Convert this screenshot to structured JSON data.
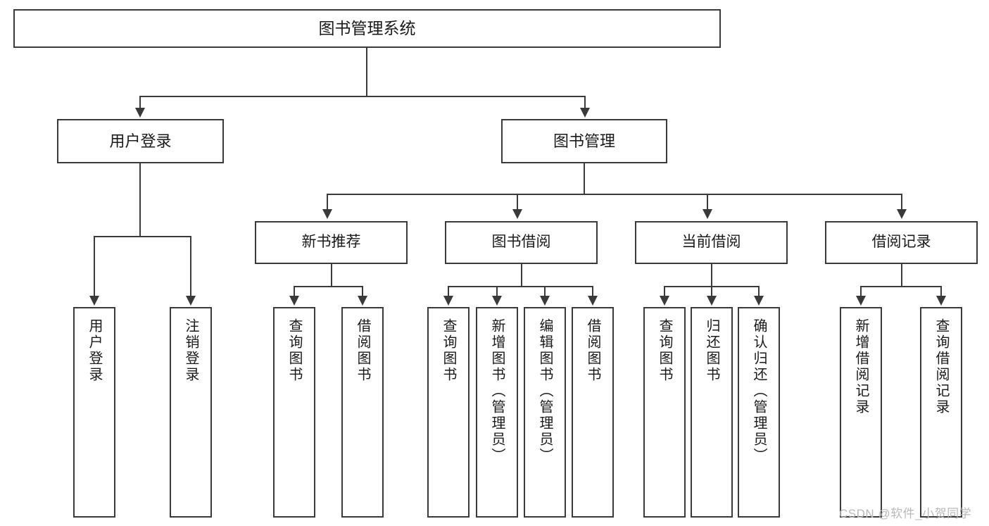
{
  "diagram": {
    "type": "tree-hierarchy-chart",
    "title": "图书管理系统",
    "root": {
      "label": "图书管理系统"
    },
    "level2": [
      {
        "id": "user-login",
        "label": "用户登录"
      },
      {
        "id": "book-management",
        "label": "图书管理"
      }
    ],
    "level3": [
      {
        "id": "new-book-recommend",
        "label": "新书推荐",
        "parent": "book-management"
      },
      {
        "id": "book-borrow",
        "label": "图书借阅",
        "parent": "book-management"
      },
      {
        "id": "current-borrow",
        "label": "当前借阅",
        "parent": "book-management"
      },
      {
        "id": "borrow-record",
        "label": "借阅记录",
        "parent": "book-management"
      }
    ],
    "leaves": [
      {
        "id": "leaf-user-login",
        "label": "用户登录",
        "parent": "user-login"
      },
      {
        "id": "leaf-logout",
        "label": "注销登录",
        "parent": "user-login"
      },
      {
        "id": "leaf-query-book-1",
        "label": "查询图书",
        "parent": "new-book-recommend"
      },
      {
        "id": "leaf-borrow-book-1",
        "label": "借阅图书",
        "parent": "new-book-recommend"
      },
      {
        "id": "leaf-query-book-2",
        "label": "查询图书",
        "parent": "book-borrow"
      },
      {
        "id": "leaf-add-book-admin",
        "label": "新增图书（管理员）",
        "parent": "book-borrow"
      },
      {
        "id": "leaf-edit-book-admin",
        "label": "编辑图书（管理员）",
        "parent": "book-borrow"
      },
      {
        "id": "leaf-borrow-book-2",
        "label": "借阅图书",
        "parent": "book-borrow"
      },
      {
        "id": "leaf-query-book-3",
        "label": "查询图书",
        "parent": "current-borrow"
      },
      {
        "id": "leaf-return-book",
        "label": "归还图书",
        "parent": "current-borrow"
      },
      {
        "id": "leaf-confirm-return-admin",
        "label": "确认归还（管理员）",
        "parent": "current-borrow"
      },
      {
        "id": "leaf-add-record",
        "label": "新增借阅记录",
        "parent": "borrow-record"
      },
      {
        "id": "leaf-query-record",
        "label": "查询借阅记录",
        "parent": "borrow-record"
      }
    ],
    "colors": {
      "stroke": "#3a3a3a",
      "fill": "#ffffff",
      "text": "#1a1a1a",
      "watermark": "#b9b9b9"
    }
  },
  "watermark": {
    "text": "CSDN @软件_小贺同学"
  }
}
